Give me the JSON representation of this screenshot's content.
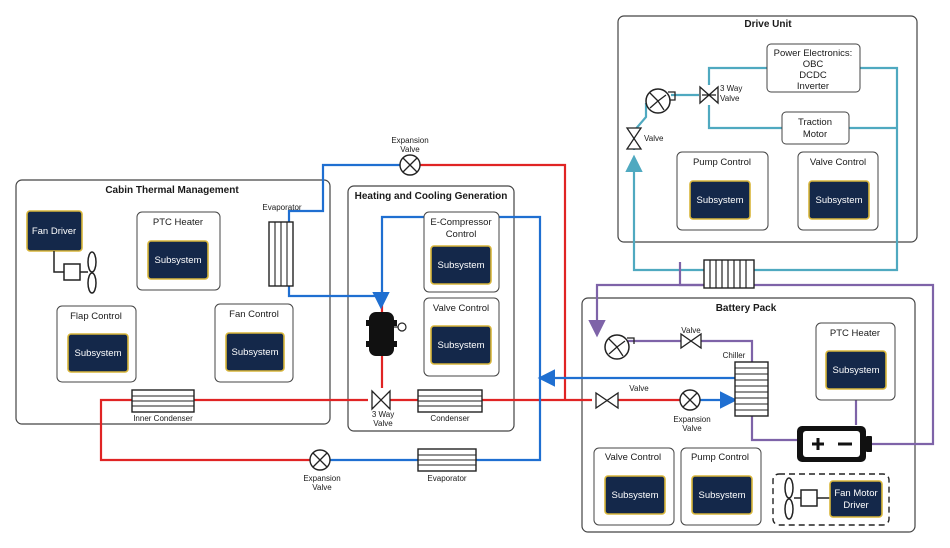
{
  "colors": {
    "hot": "#e02424",
    "cold": "#1f6fd1",
    "coolant": "#4fa9c0",
    "battery_loop": "#7e63a8",
    "subsystem_fill": "#14284a",
    "subsystem_border": "#d8b63a"
  },
  "drive_unit": {
    "title": "Drive Unit",
    "power_electronics": [
      "Power Electronics:",
      "OBC",
      "DCDC",
      "Inverter"
    ],
    "three_way_valve": [
      "3 Way",
      "Valve"
    ],
    "valve": "Valve",
    "traction_motor": [
      "Traction",
      "Motor"
    ],
    "pump_control": "Pump Control",
    "valve_control": "Valve Control"
  },
  "cabin": {
    "title": "Cabin Thermal Management",
    "fan_driver": "Fan Driver",
    "ptc_heater": "PTC Heater",
    "flap_control": "Flap Control",
    "fan_control": "Fan Control",
    "evaporator": "Evaporator",
    "inner_condenser": "Inner Condenser"
  },
  "heating_cooling": {
    "title": "Heating and Cooling Generation",
    "e_compressor": [
      "E-Compressor",
      "Control"
    ],
    "valve_control": "Valve Control",
    "three_way_valve": [
      "3 Way",
      "Valve"
    ],
    "condenser": "Condenser"
  },
  "top_expansion_valve": [
    "Expansion",
    "Valve"
  ],
  "bottom_expansion_valve": [
    "Expansion",
    "Valve"
  ],
  "bottom_evaporator": "Evaporator",
  "battery": {
    "title": "Battery Pack",
    "valve_top": "Valve",
    "chiller": "Chiller",
    "ptc_heater": "PTC Heater",
    "valve_mid": "Valve",
    "expansion_valve": [
      "Expansion",
      "Valve"
    ],
    "valve_control": "Valve Control",
    "pump_control": "Pump Control",
    "fan_motor_driver": [
      "Fan Motor",
      "Driver"
    ]
  },
  "subsystem_label": "Subsystem"
}
